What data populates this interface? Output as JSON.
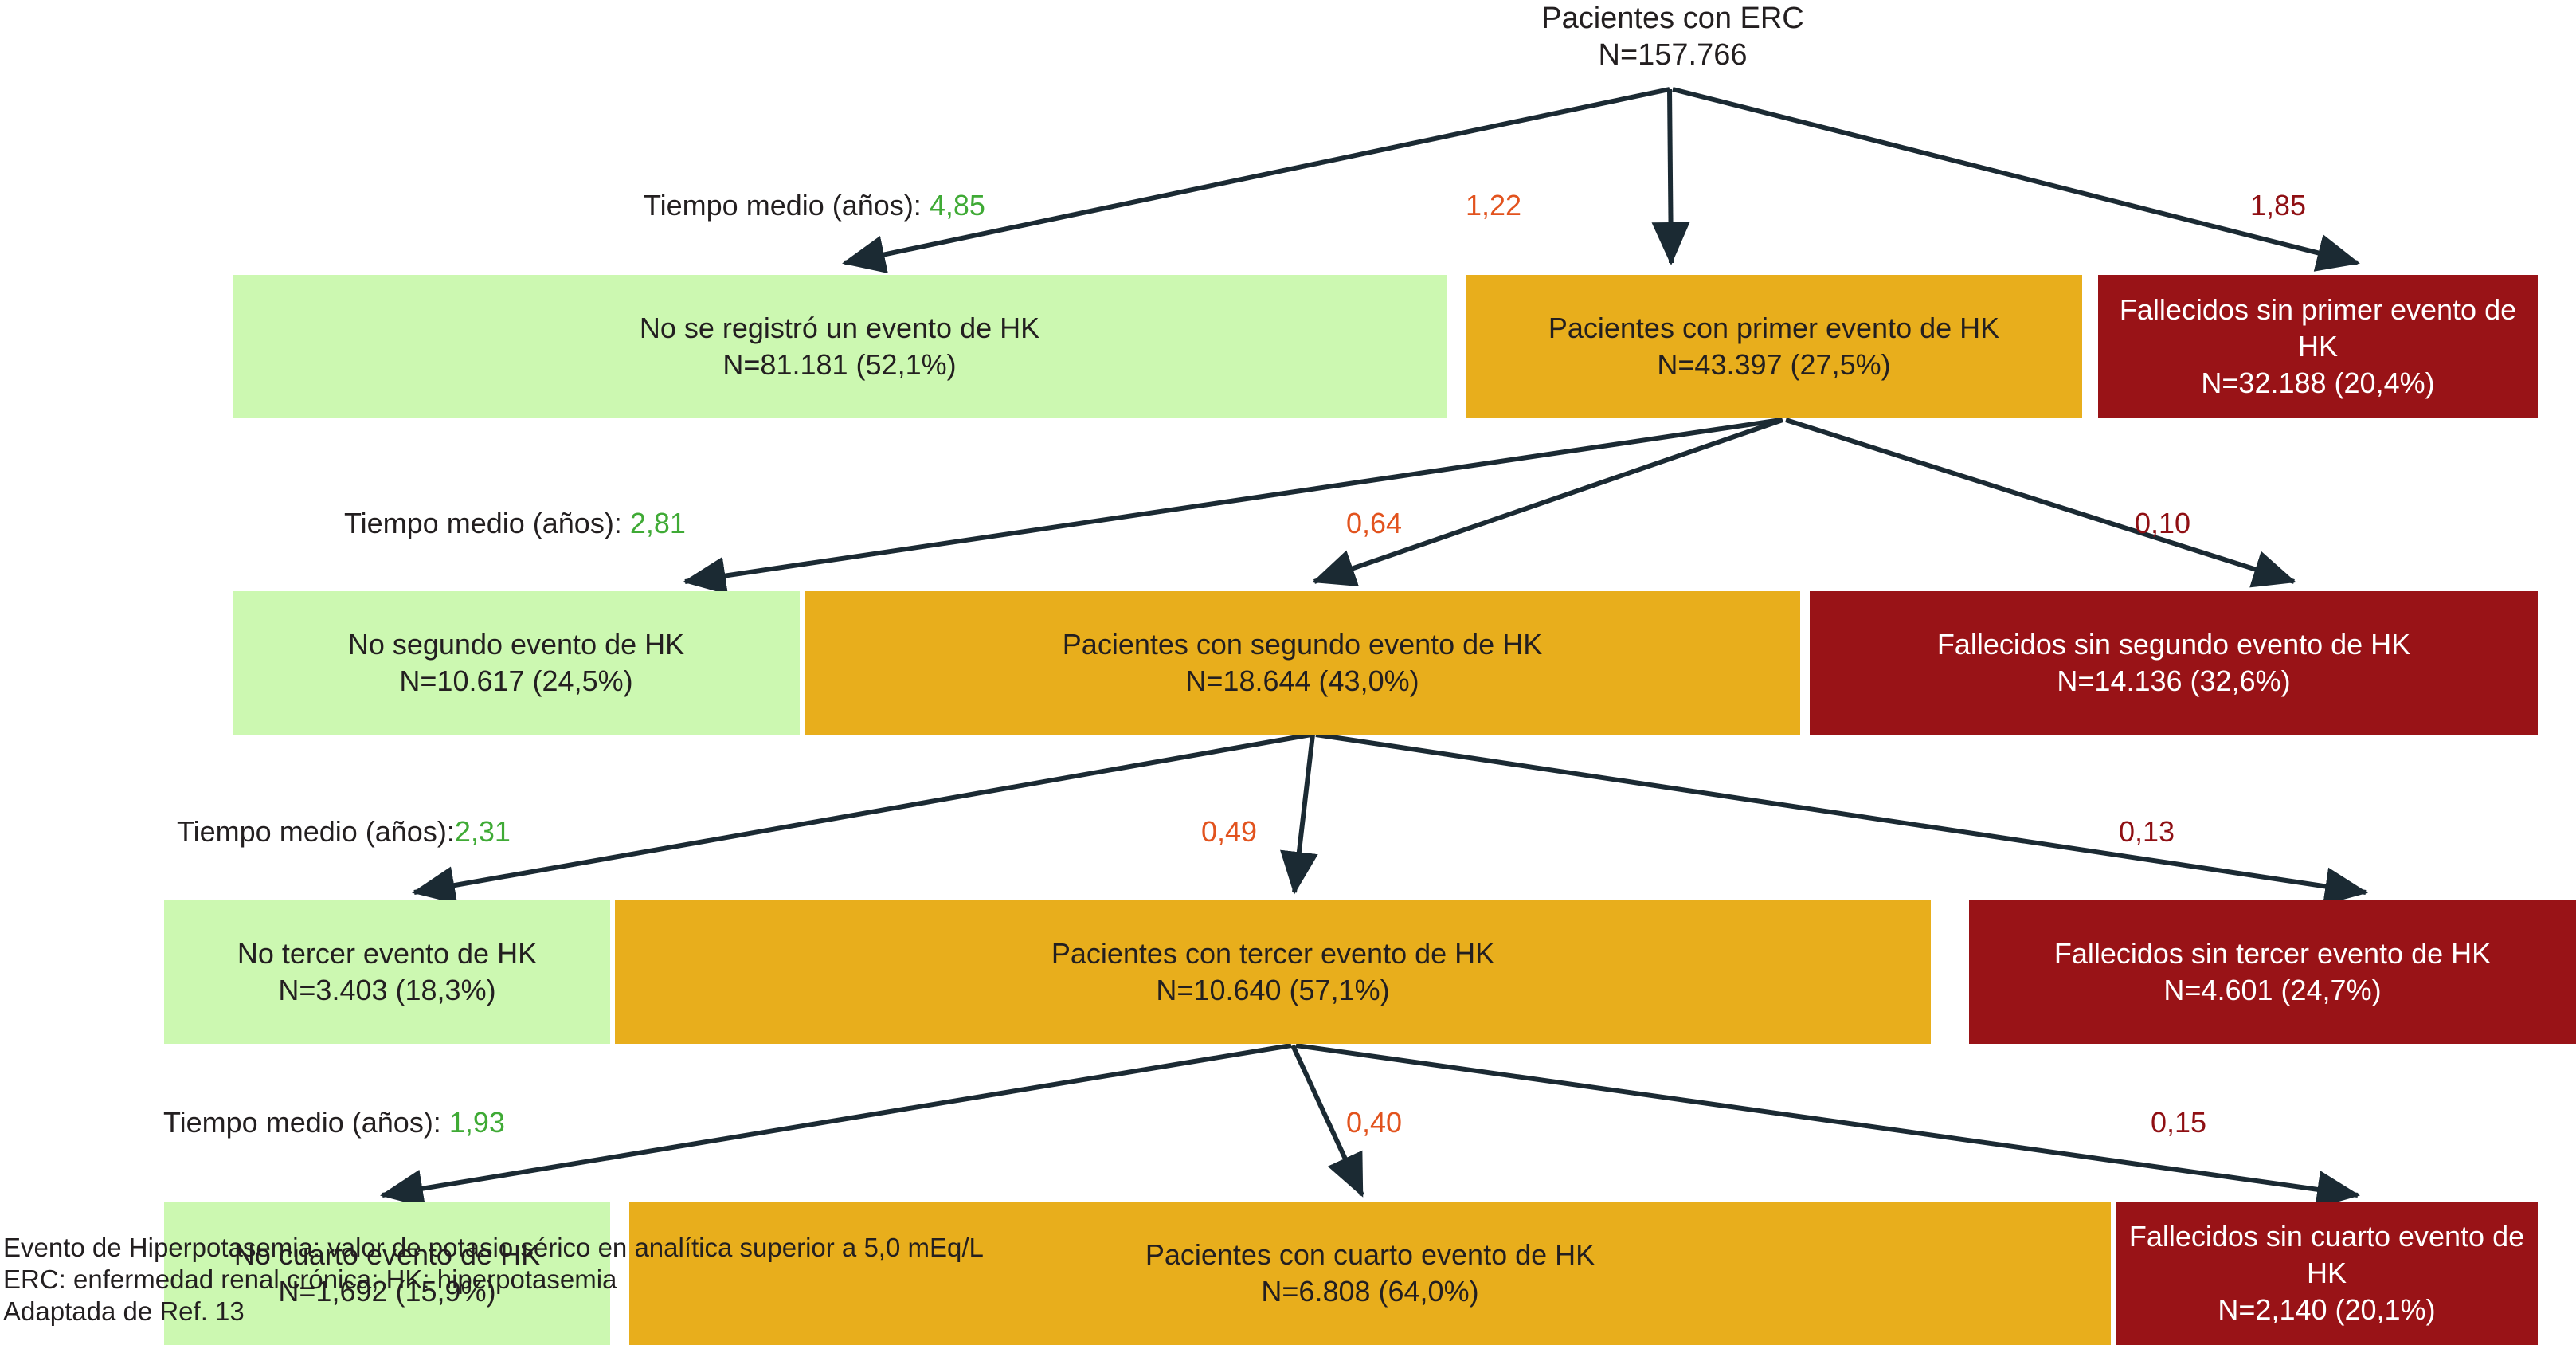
{
  "diagram": {
    "root": {
      "line1": "Pacientes con ERC",
      "line2": "N=157.766"
    },
    "label_prefix": "Tiempo medio (años): ",
    "levels": [
      {
        "index": 1,
        "label_green": {
          "prefix": "Tiempo medio (años): ",
          "value": "4,85"
        },
        "label_orange": "1,22",
        "label_red": "1,85",
        "green_box": {
          "title": "No se registró un evento de HK",
          "stat": "N=81.181 (52,1%)"
        },
        "orange_box": {
          "title": "Pacientes con primer evento de HK",
          "stat": "N=43.397 (27,5%)"
        },
        "red_box": {
          "title": "Fallecidos  sin primer evento de HK",
          "stat": "N=32.188 (20,4%)"
        }
      },
      {
        "index": 2,
        "label_green": {
          "prefix": "Tiempo medio (años): ",
          "value": "2,81"
        },
        "label_orange": "0,64",
        "label_red": "0,10",
        "green_box": {
          "title": "No segundo evento de HK",
          "stat": "N=10.617 (24,5%)"
        },
        "orange_box": {
          "title": "Pacientes con segundo evento de HK",
          "stat": "N=18.644 (43,0%)"
        },
        "red_box": {
          "title": "Fallecidos sin segundo evento de HK",
          "stat": "N=14.136 (32,6%)"
        }
      },
      {
        "index": 3,
        "label_green": {
          "prefix": "Tiempo medio (años):",
          "value": "2,31"
        },
        "label_orange": "0,49",
        "label_red": "0,13",
        "green_box": {
          "title": "No tercer evento de HK",
          "stat": "N=3.403 (18,3%)"
        },
        "orange_box": {
          "title": "Pacientes con tercer evento de HK",
          "stat": "N=10.640 (57,1%)"
        },
        "red_box": {
          "title": "Fallecidos sin tercer evento de HK",
          "stat": "N=4.601 (24,7%)"
        }
      },
      {
        "index": 4,
        "label_green": {
          "prefix": "Tiempo medio (años): ",
          "value": "1,93"
        },
        "label_orange": "0,40",
        "label_red": "0,15",
        "green_box": {
          "title": "No cuarto evento de HK",
          "stat": "N=1,692 (15,9%)"
        },
        "orange_box": {
          "title": "Pacientes con cuarto evento de HK",
          "stat": "N=6.808 (64,0%)"
        },
        "red_box": {
          "title": "Fallecidos sin cuarto evento de HK",
          "stat": "N=2,140 (20,1%)"
        }
      }
    ],
    "footnotes": [
      "Evento de Hiperpotasemia: valor de potasio sérico en analítica superior a 5,0 mEq/L",
      "ERC: enfermedad renal crónica; HK: hiperpotasemia",
      "Adaptada de Ref. 13"
    ],
    "colors": {
      "green_fill": "#ccf8b1",
      "orange_fill": "#e8ae1c",
      "red_fill": "#991317",
      "arrow": "#1b2a33",
      "green_text": "#3faa35",
      "orange_text": "#e2531e",
      "red_text": "#8f0f13",
      "body_text": "#231f20"
    }
  }
}
